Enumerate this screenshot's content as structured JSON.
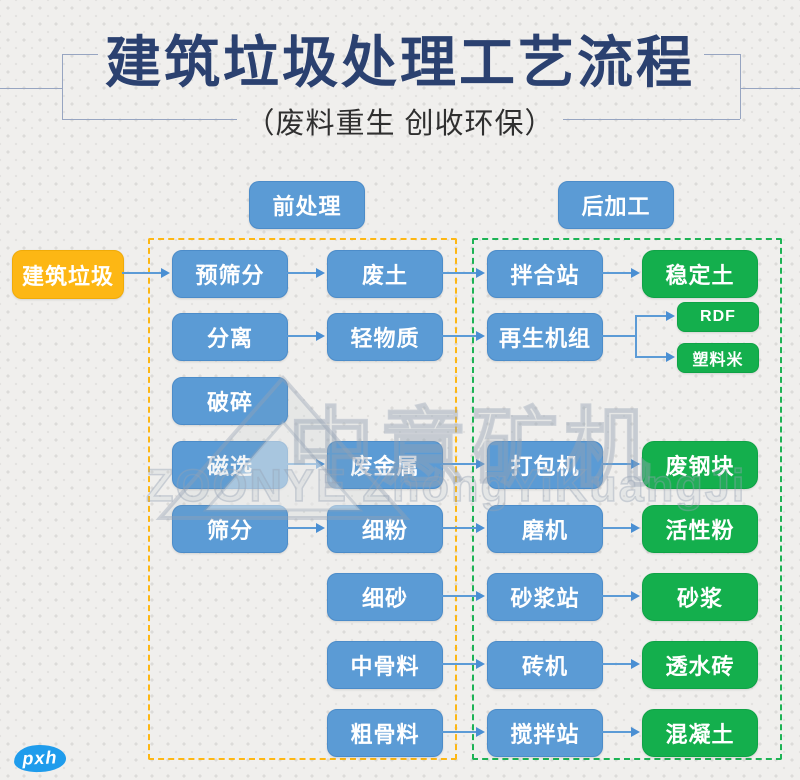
{
  "page": {
    "title": "建筑垃圾处理工艺流程",
    "subtitle": "（废料重生  创收环保）"
  },
  "sections": {
    "pre_label": "前处理",
    "post_label": "后加工"
  },
  "source_label": "建筑垃圾",
  "nodes": {
    "pre_screen": "预筛分",
    "waste_soil": "废土",
    "mix_station": "拌合站",
    "stable_soil": "稳定土",
    "separation": "分离",
    "light_material": "轻物质",
    "regen_unit": "再生机组",
    "rdf": "RDF",
    "plastic_pellet": "塑料米",
    "crushing": "破碎",
    "magnetic": "磁选",
    "scrap_metal": "废金属",
    "baler": "打包机",
    "scrap_steel": "废钢块",
    "screening": "筛分",
    "fine_powder": "细粉",
    "mill": "磨机",
    "active_powder": "活性粉",
    "fine_sand": "细砂",
    "mortar_station": "砂浆站",
    "mortar": "砂浆",
    "mid_aggregate": "中骨料",
    "brick_machine": "砖机",
    "permeable_brick": "透水砖",
    "coarse_aggregate": "粗骨料",
    "mixing_plant": "搅拌站",
    "concrete": "混凝土"
  },
  "watermark": {
    "cn": "中意矿机",
    "en": "ZOONYE ZhongYiKuangJi"
  },
  "badge_label": "pxh",
  "colors": {
    "title": "#2b4170",
    "node_blue": "#5b9bd5",
    "node_green": "#14af4d",
    "node_yellow": "#fdb714",
    "dash_orange": "#fdb714",
    "dash_green": "#1db355",
    "arrow": "#5c9bd6",
    "badge_blue": "#1f9cec"
  }
}
